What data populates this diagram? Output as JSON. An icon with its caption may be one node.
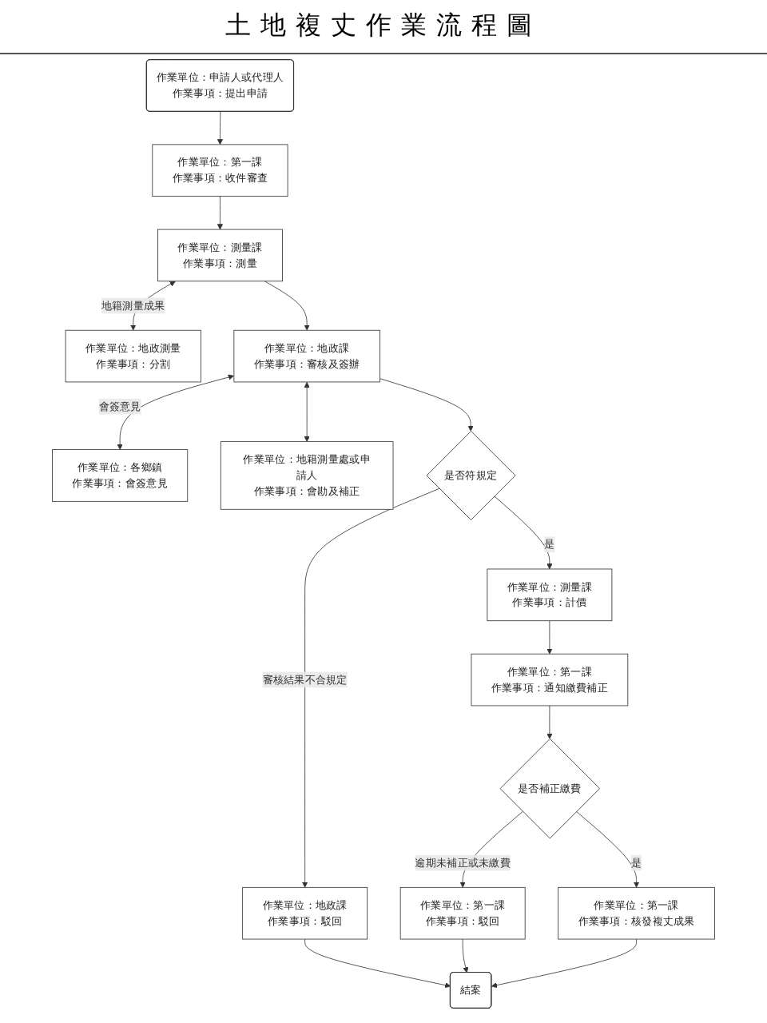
{
  "diagram": {
    "title": "土地複丈作業流程圖",
    "nodes": [
      {
        "text": [
          "作業單位：申請人或代理人",
          "作業事項：提出申請"
        ]
      },
      {
        "text": [
          "作業單位：第一課",
          "作業事項：收件審查"
        ]
      },
      {
        "text": [
          "作業單位：測量課",
          "作業事項：測量"
        ]
      },
      {
        "text": [
          "作業單位：地政測量",
          "作業事項：分割"
        ]
      },
      {
        "text": [
          "作業單位：各鄉鎮",
          "作業事項：會簽意見"
        ]
      },
      {
        "text": [
          "作業單位：地政課",
          "作業事項：審核及簽辦"
        ]
      },
      {
        "text": [
          "作業單位：地籍測量處或申請人",
          "作業事項：會勘及補正"
        ]
      },
      {
        "text": [
          "是否符規定"
        ]
      },
      {
        "text": [
          "作業單位：地政課",
          "作業事項：駁回"
        ]
      },
      {
        "text": [
          "作業單位：測量課",
          "作業事項：計價"
        ]
      },
      {
        "text": [
          "作業單位：第一課",
          "作業事項：通知繳費補正"
        ]
      },
      {
        "text": [
          "是否補正繳費"
        ]
      },
      {
        "text": [
          "作業單位：第一課",
          "作業事項：駁回"
        ]
      },
      {
        "text": [
          "作業單位：第一課",
          "作業事項：核發複丈成果"
        ]
      },
      {
        "text": [
          "結案"
        ]
      }
    ],
    "edges": [
      {
        "from": 0,
        "to": 1,
        "arrow": "to"
      },
      {
        "from": 1,
        "to": 2,
        "arrow": "to"
      },
      {
        "from": 2,
        "to": 3,
        "arrow": "both",
        "label": "地籍測量成果"
      },
      {
        "from": 2,
        "to": 5,
        "arrow": "to"
      },
      {
        "from": 5,
        "to": 4,
        "arrow": "both",
        "label": "會簽意見"
      },
      {
        "from": 5,
        "to": 6,
        "arrow": "both"
      },
      {
        "from": 5,
        "to": 7,
        "arrow": "to"
      },
      {
        "from": 7,
        "to": 8,
        "arrow": "to",
        "label": "審核結果不合規定"
      },
      {
        "from": 7,
        "to": 9,
        "arrow": "to",
        "label": "是"
      },
      {
        "from": 9,
        "to": 10,
        "arrow": "to"
      },
      {
        "from": 10,
        "to": 11,
        "arrow": "to"
      },
      {
        "from": 11,
        "to": 12,
        "arrow": "to",
        "label": "逾期未補正或未繳費"
      },
      {
        "from": 11,
        "to": 13,
        "arrow": "to",
        "label": "是"
      },
      {
        "from": 13,
        "to": 14,
        "arrow": "to"
      },
      {
        "from": 8,
        "to": 14,
        "arrow": "to"
      },
      {
        "from": 12,
        "to": 14,
        "arrow": "to"
      }
    ]
  }
}
